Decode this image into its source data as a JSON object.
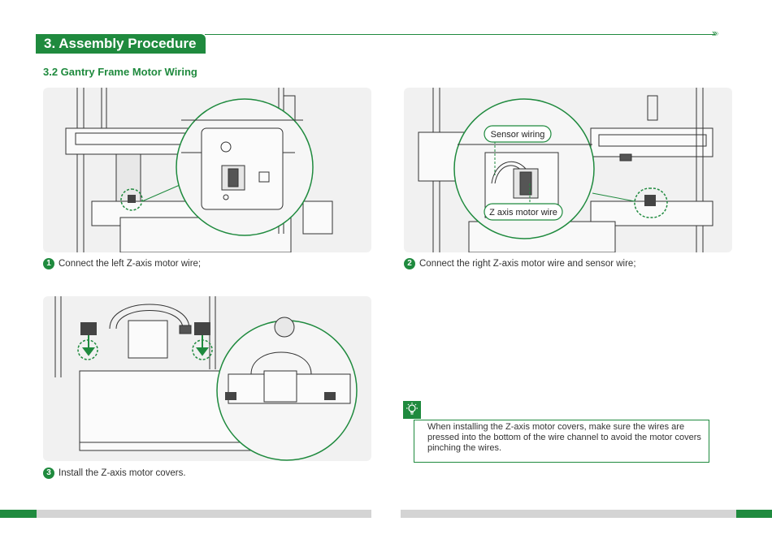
{
  "header": {
    "section_title": "3. Assembly Procedure",
    "subsection_title": "3.2 Gantry Frame Motor Wiring"
  },
  "callouts": {
    "sensor_wiring": "Sensor wiring",
    "z_axis_motor_wire": "Z axis motor wire"
  },
  "steps": [
    {
      "number": "1",
      "text": "Connect the left Z-axis motor wire;"
    },
    {
      "number": "2",
      "text": "Connect the right Z-axis motor wire and sensor wire;"
    },
    {
      "number": "3",
      "text": "Install the Z-axis motor covers."
    }
  ],
  "tip": {
    "icon": "lightbulb-icon",
    "text": "When installing the Z-axis motor covers, make sure the wires are pressed into the bottom of the wire channel to avoid the motor covers pinching the wires."
  },
  "colors": {
    "accent": "#1f8a3e",
    "panel_bg": "#f1f1f1",
    "footer_gray": "#d4d4d4"
  }
}
